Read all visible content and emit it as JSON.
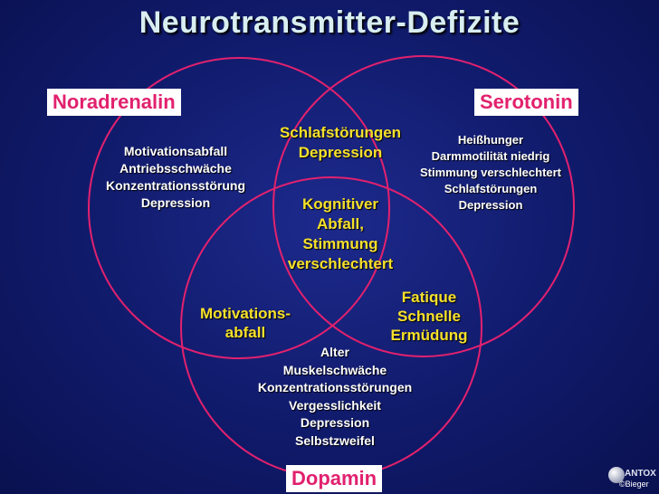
{
  "title": "Neurotransmitter-Defizite",
  "sets": {
    "noradrenalin": "Noradrenalin",
    "serotonin": "Serotonin",
    "dopamin": "Dopamin"
  },
  "colors": {
    "circle": "#e2216e",
    "label_text": "#e2216e",
    "label_bg": "#ffffff",
    "yellow_text": "#f6e02a",
    "white_text": "#ffffff",
    "background": "#101a6a"
  },
  "regions": {
    "noradrenalin_only": [
      "Motivationsabfall",
      "Antriebsschwäche",
      "Konzentrationsstörung",
      "Depression"
    ],
    "serotonin_only": [
      "Heißhunger",
      "Darmmotilität niedrig",
      "Stimmung verschlechtert",
      "Schlafstörungen",
      "Depression"
    ],
    "noradrenalin_serotonin": [
      "Schlafstörungen",
      "Depression"
    ],
    "center": [
      "Kognitiver",
      "Abfall,",
      "Stimmung",
      "verschlechtert"
    ],
    "noradrenalin_dopamin": [
      "Motivations-",
      "abfall"
    ],
    "serotonin_dopamin": [
      "Fatique",
      "Schnelle",
      "Ermüdung"
    ],
    "dopamin_only": [
      "Alter",
      "Muskelschwäche",
      "Konzentrationsstörungen",
      "Vergesslichkeit",
      "Depression",
      "Selbstzweifel"
    ]
  },
  "logo": {
    "brand": "ANTOX",
    "copyright": "©Bieger"
  }
}
